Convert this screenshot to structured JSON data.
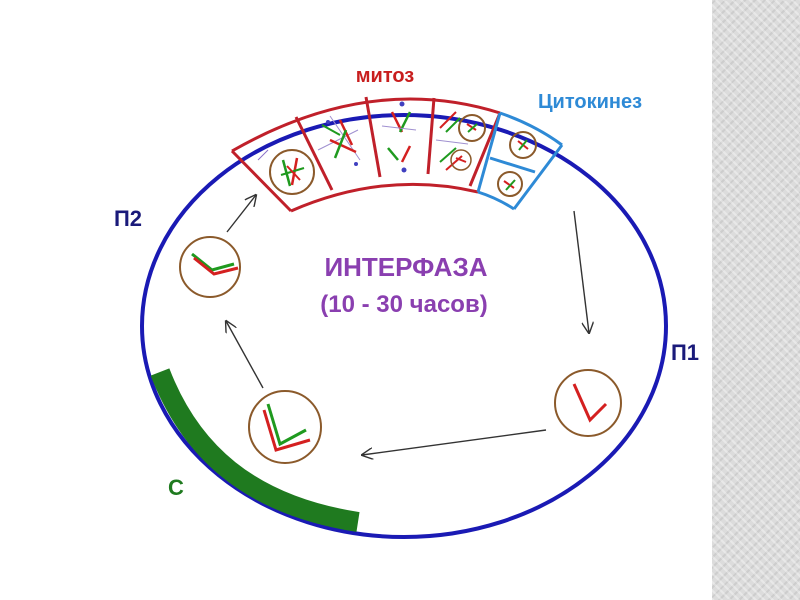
{
  "labels": {
    "mitosis": "митоз",
    "cytokinesis": "Цитокинез",
    "interphase_title": "ИНТЕРФАЗА",
    "interphase_duration": "(10 - 30 часов)",
    "g1": "П1",
    "g2": "П2",
    "s": "С"
  },
  "colors": {
    "cycle_ring": "#1a1ab4",
    "mitosis_label": "#c81e1e",
    "cytokinesis_label": "#2e8ad6",
    "interphase_text": "#8a3fb0",
    "s_phase_band": "#1f7a1f",
    "s_label": "#1f7a1f",
    "phase_label": "#1a1a7a",
    "cell_outline": "#8b5a2b",
    "chromosome_red": "#d42020",
    "chromosome_green": "#1f9a1f",
    "mitosis_frame": "#c0202a",
    "cytokinesis_frame": "#2e8ad6"
  },
  "icons": {
    "g1_cell": "cell-single-chromosome-icon",
    "s_cell": "cell-replicating-chromosome-icon",
    "g2_cell": "cell-duplicated-chromosome-icon"
  }
}
